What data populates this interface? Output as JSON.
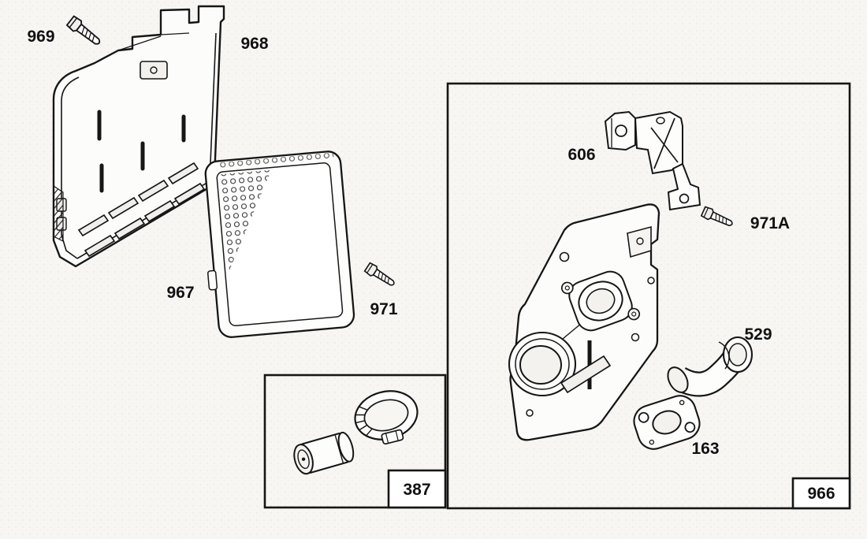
{
  "diagram": {
    "background": "#f7f6f3",
    "line_color": "#161616",
    "fill_color": "#fdfdfc",
    "labels": {
      "l969": "969",
      "l968": "968",
      "l967": "967",
      "l971": "971",
      "l971a": "971A",
      "l606": "606",
      "l529": "529",
      "l163": "163",
      "l387": "387",
      "l966": "966"
    }
  }
}
